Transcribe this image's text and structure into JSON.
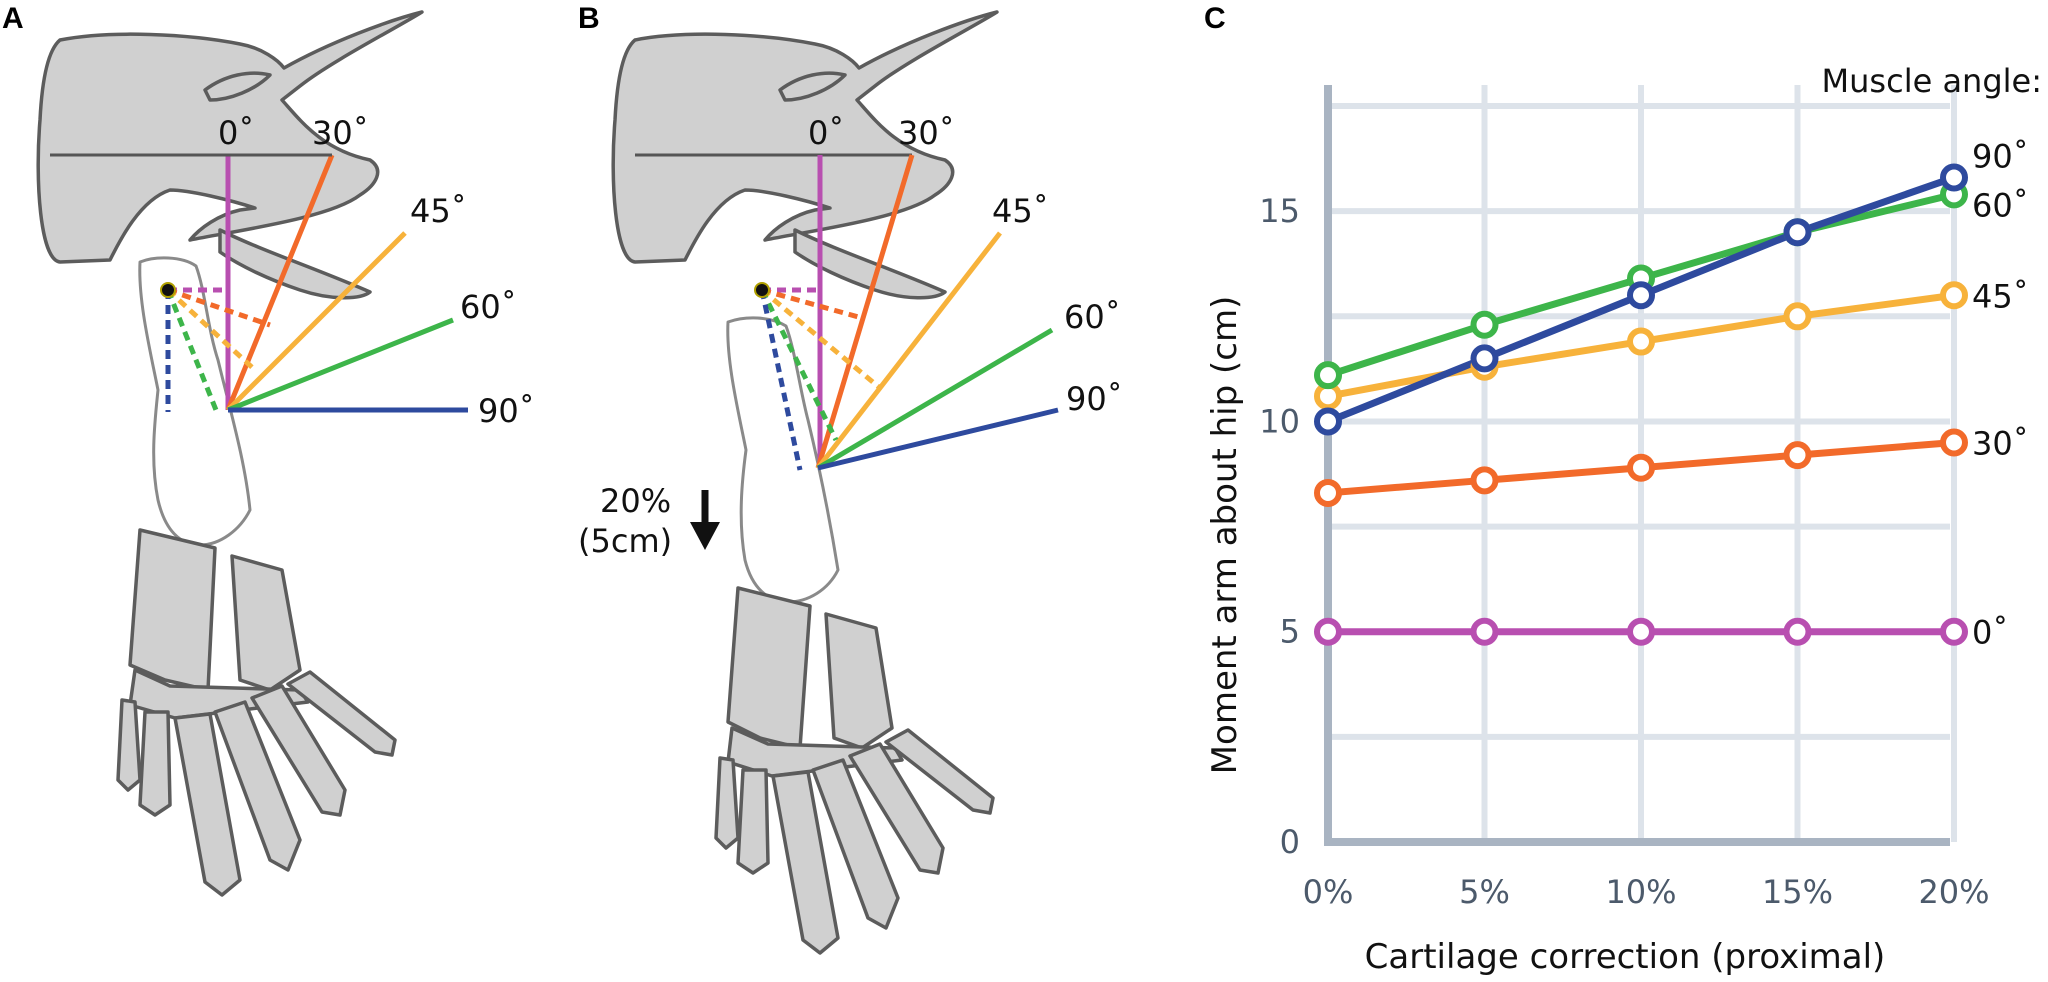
{
  "panels": {
    "a": {
      "letter": "A"
    },
    "b": {
      "letter": "B"
    },
    "c": {
      "letter": "C"
    }
  },
  "angle_labels": {
    "a0": "0˚",
    "a30": "30˚",
    "a45": "45˚",
    "a60": "60˚",
    "a90": "90˚"
  },
  "shift": {
    "line1": "20%",
    "line2": "(5cm)"
  },
  "colors": {
    "deg0": "#b84fb0",
    "deg30": "#f26a2a",
    "deg45": "#f7b23b",
    "deg60": "#3db54a",
    "deg90": "#2e4a9e",
    "grid": "#dde3ea",
    "axis": "#a9b4c2"
  },
  "chart_data": {
    "type": "line",
    "xlabel": "Cartilage correction (proximal)",
    "ylabel": "Moment arm about hip (cm)",
    "legend_title": "Muscle angle:",
    "categories": [
      "0%",
      "5%",
      "10%",
      "15%",
      "20%"
    ],
    "ylim": [
      0,
      18
    ],
    "yticks": [
      0,
      5,
      10,
      15
    ],
    "grid": true,
    "series": [
      {
        "name": "90˚",
        "color": "#2e4a9e",
        "values": [
          10.0,
          11.5,
          13.0,
          14.5,
          15.8
        ]
      },
      {
        "name": "60˚",
        "color": "#3db54a",
        "values": [
          11.1,
          12.3,
          13.4,
          14.5,
          15.4
        ]
      },
      {
        "name": "45˚",
        "color": "#f7b23b",
        "values": [
          10.6,
          11.3,
          11.9,
          12.5,
          13.0
        ]
      },
      {
        "name": "30˚",
        "color": "#f26a2a",
        "values": [
          8.3,
          8.6,
          8.9,
          9.2,
          9.5
        ]
      },
      {
        "name": "0˚",
        "color": "#b84fb0",
        "values": [
          5.0,
          5.0,
          5.0,
          5.0,
          5.0
        ]
      }
    ]
  }
}
